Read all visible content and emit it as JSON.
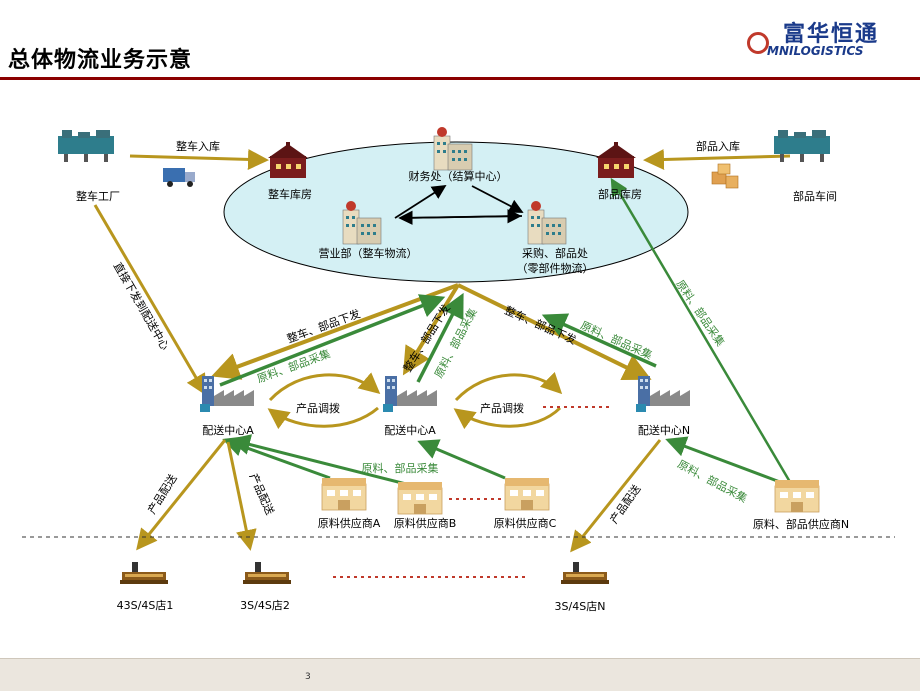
{
  "title": "总体物流业务示意",
  "logo": {
    "cn": "富华恒通",
    "en": "MNILOGISTICS"
  },
  "colors": {
    "gold": "#b8961e",
    "green": "#3a8a3a",
    "ellipse": "#d4f0f4",
    "rule": "#8b0000",
    "brick": "#7a1d1d",
    "dashed": "#333333"
  },
  "nodes": {
    "factory": "整车工厂",
    "vehicle_warehouse": "整车库房",
    "finance": "财务处（结算中心）",
    "parts_warehouse": "部品库房",
    "parts_workshop": "部品车间",
    "sales": "营业部（整车物流）",
    "purchasing_line1": "采购、部品处",
    "purchasing_line2": "（零部件物流）",
    "dc_a1": "配送中心A",
    "dc_a2": "配送中心A",
    "dc_n": "配送中心N",
    "supplier_a": "原料供应商A",
    "supplier_b": "原料供应商B",
    "supplier_c": "原料供应商C",
    "supplier_n": "原料、部品供应商N",
    "shop1": "43S/4S店1",
    "shop2": "3S/4S店2",
    "shopn": "3S/4S店N"
  },
  "edges": {
    "vehicle_inbound": "整车入库",
    "parts_inbound": "部品入库",
    "direct_to_dc": "直接下发到配送中心",
    "dispatch_left": "整车、部品下发",
    "dispatch_mid": "整车、部品下发",
    "dispatch_right": "整车、部品下发",
    "procure_left": "原料、部品采集",
    "procure_mid": "原料、部品采集",
    "procure_right": "原料、部品采集",
    "procure_far": "原料、部品采集",
    "procure_n": "原料、部品采集",
    "procure_suppliers": "原料、部品采集",
    "transfer_left": "产品调拨",
    "transfer_right": "产品调拨",
    "delivery_1": "产品配送",
    "delivery_2": "产品配送",
    "delivery_n": "产品配送"
  },
  "page_number": "3"
}
